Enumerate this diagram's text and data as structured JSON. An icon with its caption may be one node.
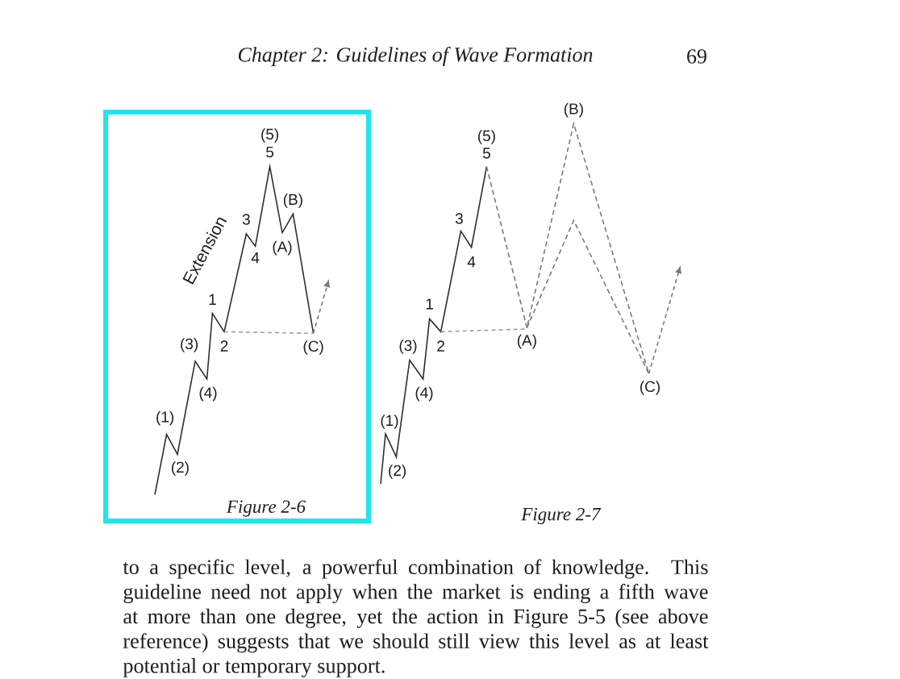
{
  "diagram": {
    "labels": [
      "Chapter 2: Guidelines of Wave Formation",
      "69",
      "(5)",
      "5",
      "(B)",
      "3",
      "(A)",
      "4",
      "Extension",
      "1",
      "(3)",
      "2",
      "(C)",
      "(4)",
      "(1)",
      "(2)",
      "Figure 2-6",
      "(B)",
      "(5)",
      "5",
      "3",
      "4",
      "1",
      "(3)",
      "2",
      "(A)",
      "(4)",
      "(C)",
      "(1)",
      "(2)",
      "Figure 2-7",
      "to a specific level, a powerful combination of knowledge. This guideline need not apply when the market is ending a fifth wave at more than one degree, yet the action in Figure 5-5 (see above reference) suggests that we should still view this level as at least potential or temporary support."
    ]
  }
}
